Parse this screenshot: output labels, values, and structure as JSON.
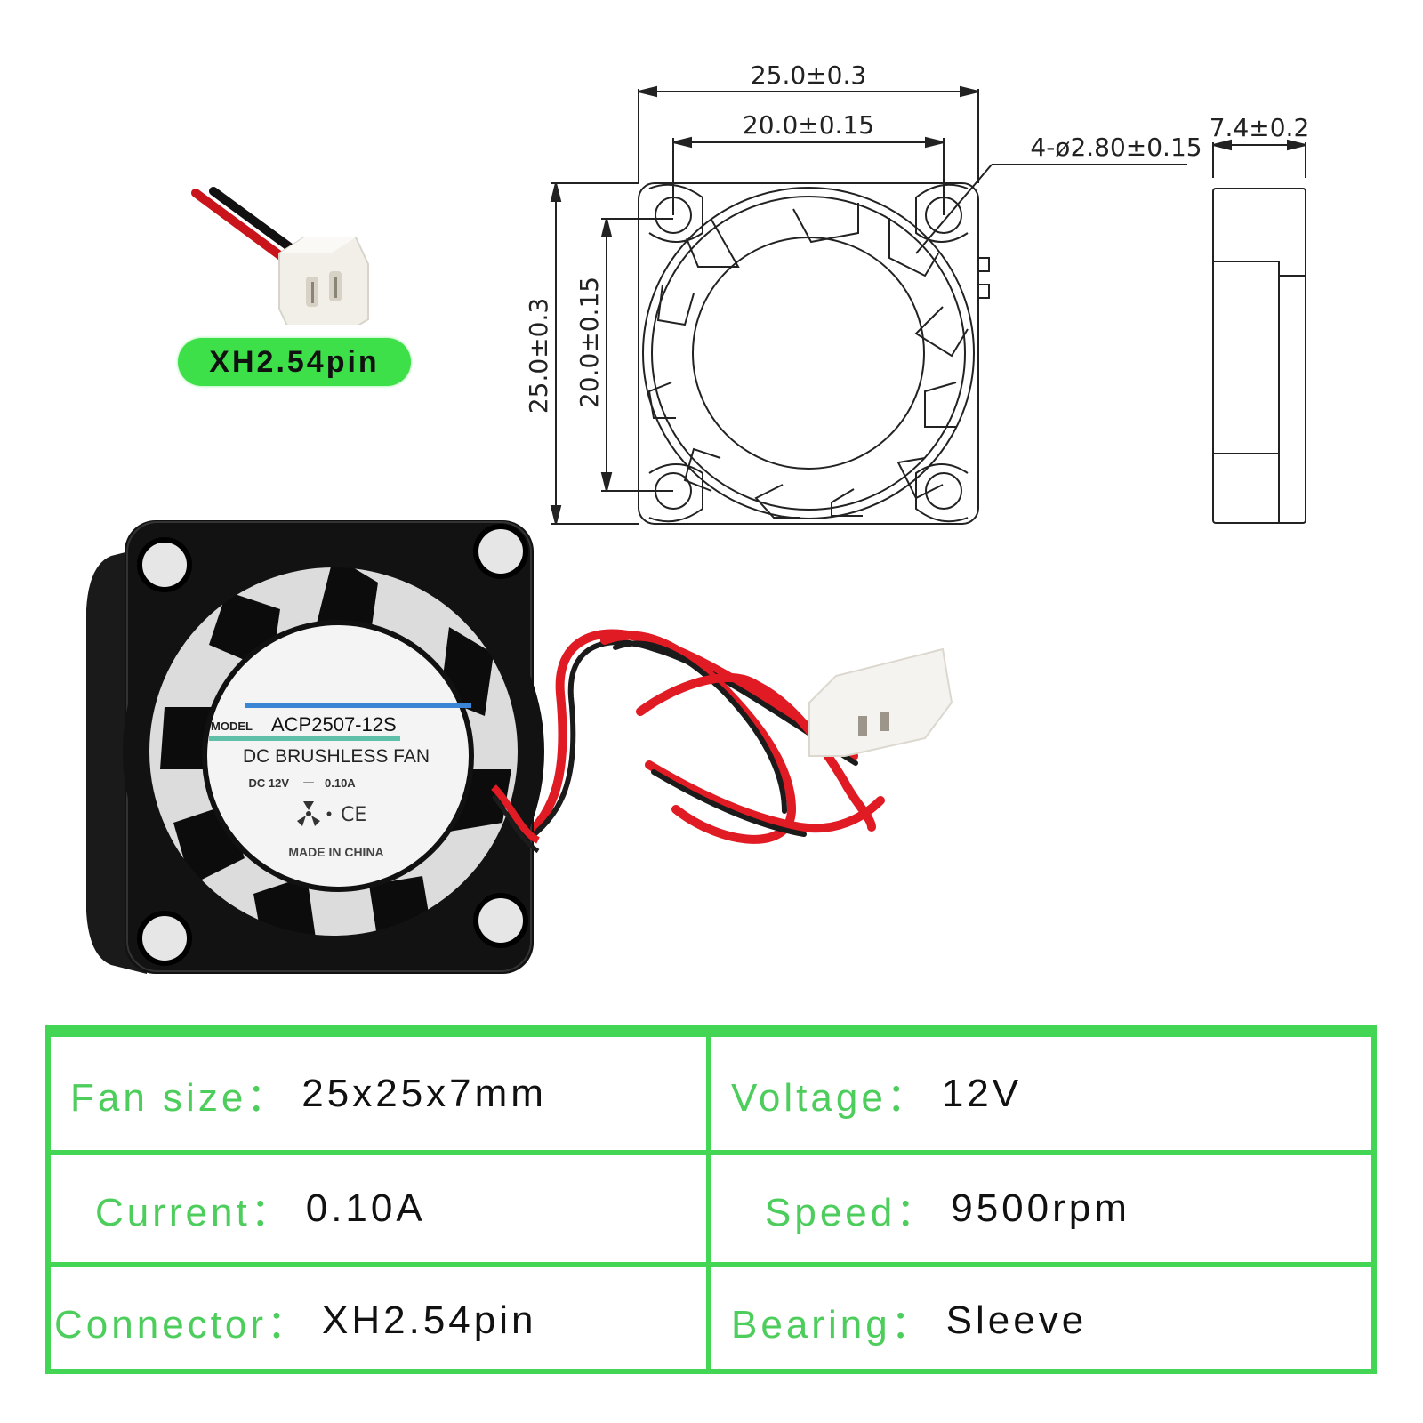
{
  "connector": {
    "badge_label": "XH2.54pin",
    "badge_color": "#3ee04a",
    "wire_colors": [
      "#d4141a",
      "#111111"
    ]
  },
  "drawing": {
    "overall_width": "25.0±0.3",
    "hole_spacing_horizontal": "20.0±0.15",
    "mounting_holes": "4-ø2.80±0.15",
    "thickness": "7.4±0.2",
    "overall_height": "25.0±0.3",
    "hole_spacing_vertical": "20.0±0.15"
  },
  "fan_label": {
    "model_prefix": "MODEL",
    "model": "ACP2507-12S",
    "type": "DC BRUSHLESS FAN",
    "rating_left": "DC 12V",
    "rating_symbol": "⎓",
    "rating_right": "0.10A",
    "cert": "CE",
    "origin": "MADE IN CHINA",
    "stripe_blue": "#3a86d4",
    "stripe_teal": "#5fbfa8"
  },
  "specs": {
    "border_color": "#43d655",
    "label_color": "#4ccd5c",
    "rows": [
      {
        "left": {
          "label": "Fan size：",
          "value": "25x25x7mm"
        },
        "right": {
          "label": "Voltage：",
          "value": "12V"
        }
      },
      {
        "left": {
          "label": "Current：",
          "value": "0.10A"
        },
        "right": {
          "label": "Speed：",
          "value": "9500rpm"
        }
      },
      {
        "left": {
          "label": "Connector：",
          "value": "XH2.54pin"
        },
        "right": {
          "label": "Bearing：",
          "value": "Sleeve"
        }
      }
    ]
  }
}
